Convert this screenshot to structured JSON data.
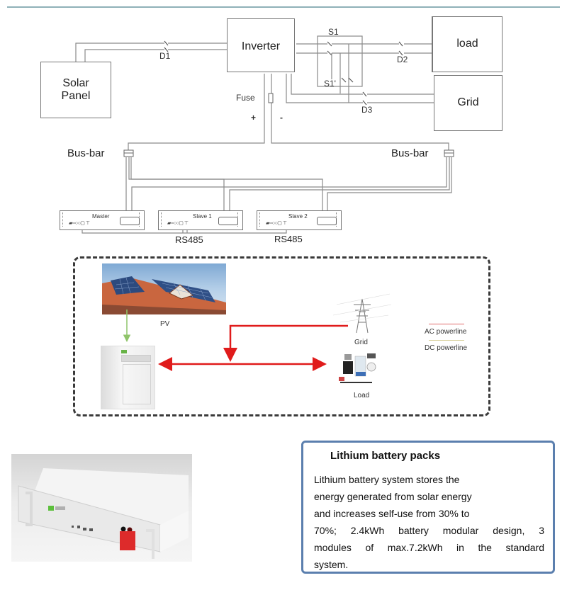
{
  "wiring_diagram": {
    "components": {
      "solar_panel": "Solar\nPanel",
      "inverter": "Inverter",
      "load": "load",
      "grid": "Grid"
    },
    "switch_labels": {
      "d1": "D1",
      "d2": "D2",
      "d3": "D3",
      "s1": "S1",
      "s1_prime": "S1'"
    },
    "fuse_label": "Fuse",
    "polarity": {
      "plus": "+",
      "minus": "-"
    },
    "busbars": [
      "Bus-bar",
      "Bus-bar"
    ],
    "battery_modules": [
      "Master",
      "Slave 1",
      "Slave 2"
    ],
    "comm_links": [
      "RS485",
      "RS485"
    ]
  },
  "system_overview": {
    "pv_label": "PV",
    "grid_label": "Grid",
    "load_label": "Load",
    "legend": [
      {
        "label": "AC powerline",
        "color": "#e06a6a"
      },
      {
        "label": "DC powerline",
        "color": "#d8cf9a"
      }
    ],
    "colors": {
      "ac_flow": "#e01b1b",
      "dc_flow": "#8fc46a"
    }
  },
  "product": {
    "title": "Lithium battery packs",
    "body_lines": [
      "Lithium battery system stores the",
      "energy generated from solar energy",
      "and increases self-use from 30% to",
      "70%; 2.4kWh battery modular design, 3",
      "modules of max.7.2kWh in the standard",
      "system."
    ]
  }
}
